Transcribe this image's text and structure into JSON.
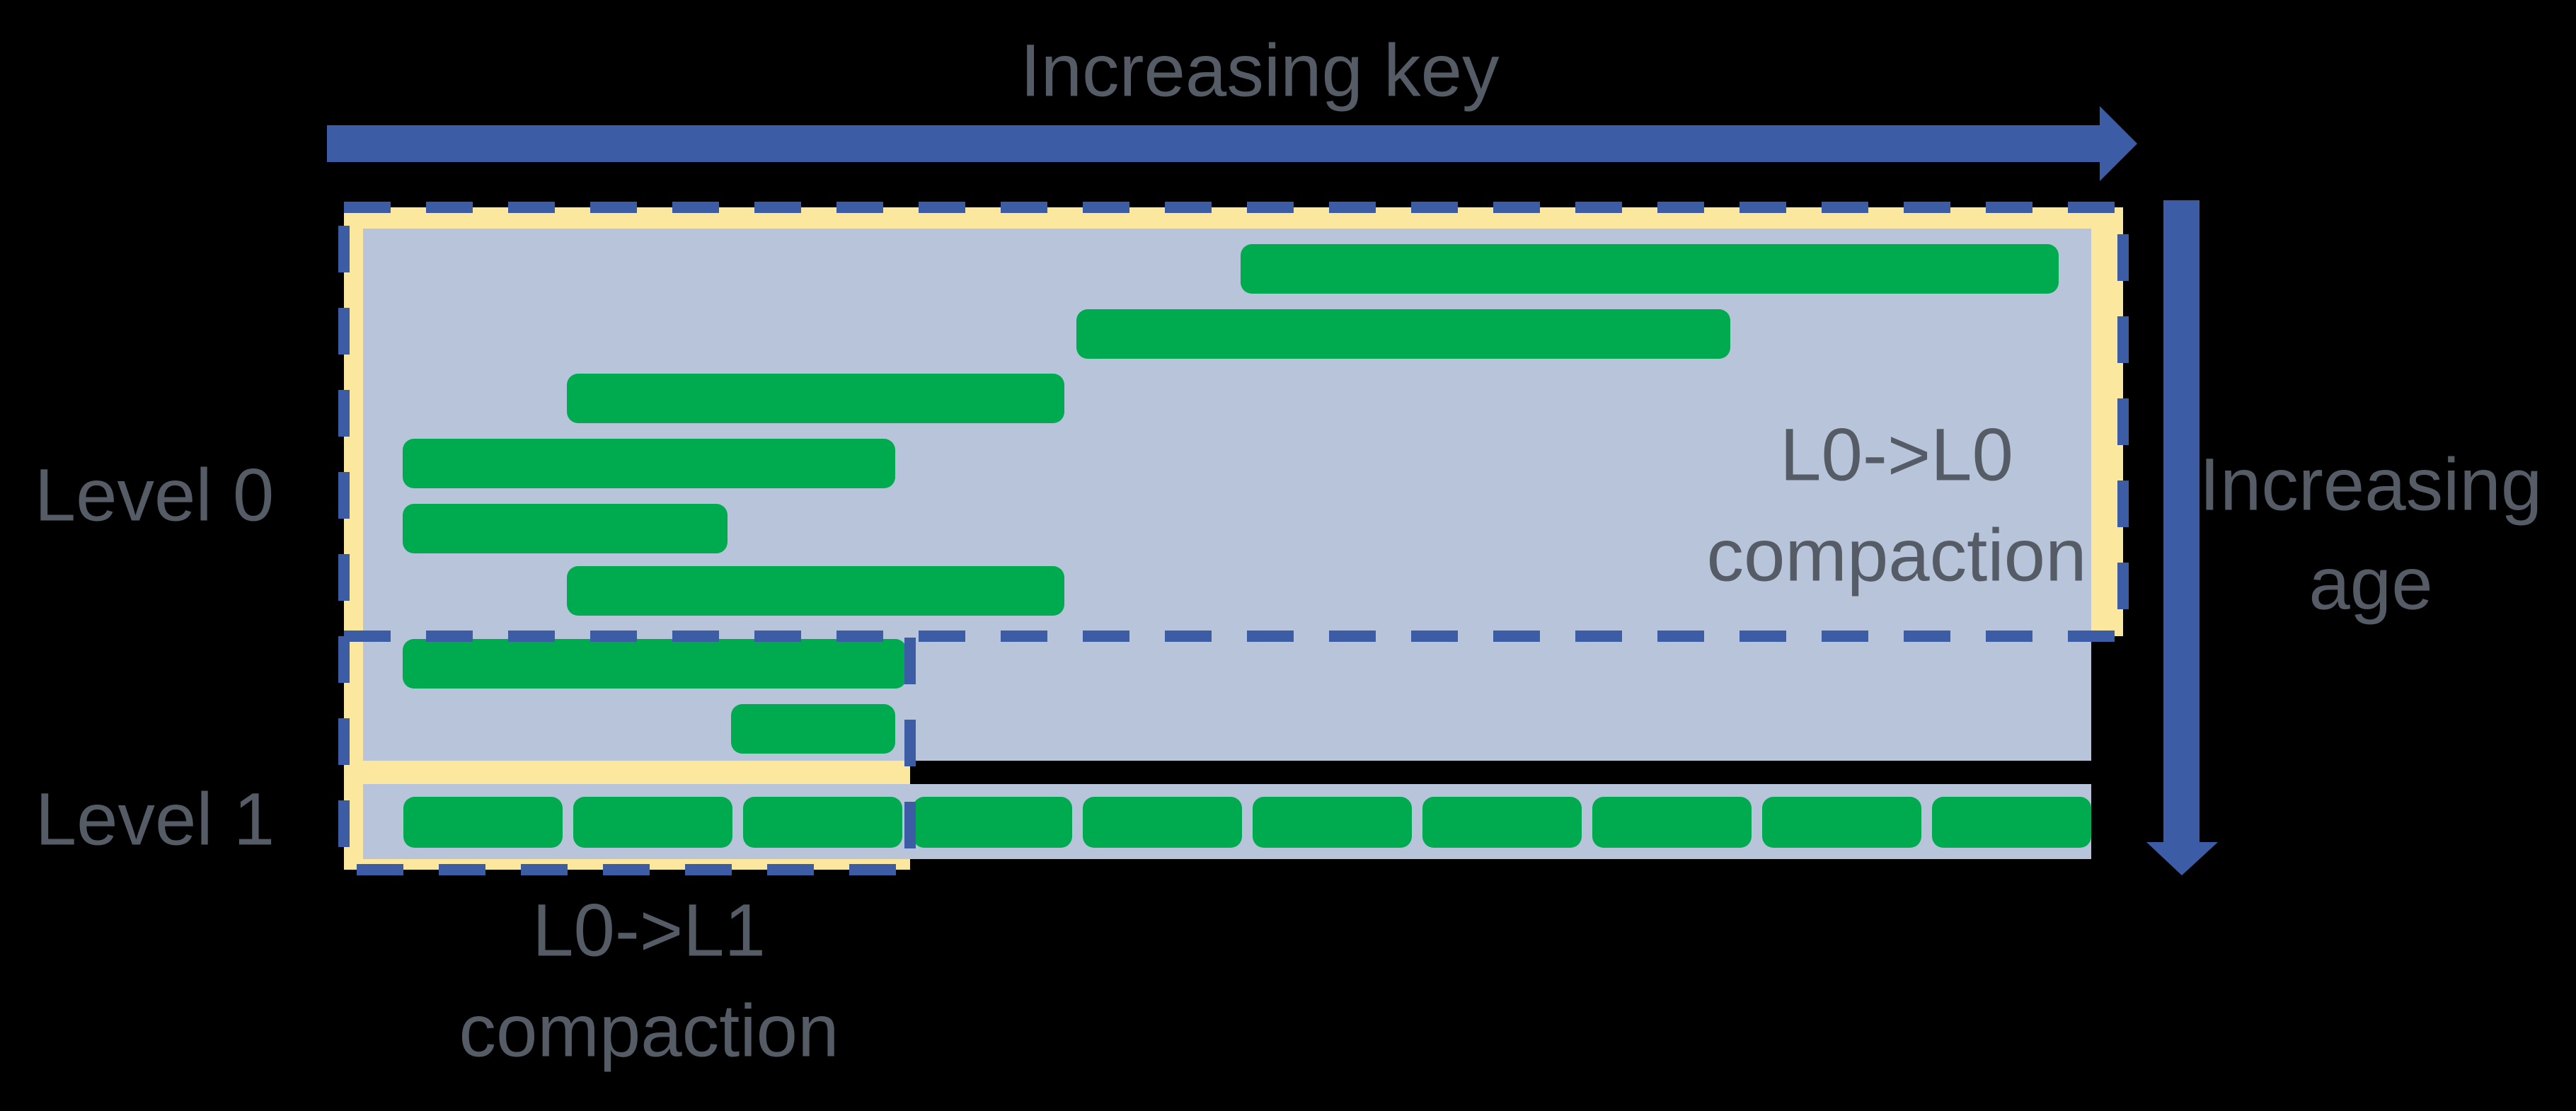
{
  "labels": {
    "increasing_key": "Increasing key",
    "increasing_age_line1": "Increasing",
    "increasing_age_line2": "age",
    "level0": "Level 0",
    "level1": "Level 1",
    "l0_l0_line1": "L0->L0",
    "l0_l0_line2": "compaction",
    "l0_l1_line1": "L0->L1",
    "l0_l1_line2": "compaction"
  },
  "colors": {
    "background": "#000000",
    "blue": "#3c5da6",
    "light_blue": "#b7c4d9",
    "yellow": "#fce79f",
    "green": "#00ab4f",
    "text_gray": "#555c66"
  },
  "level0_files": [
    [
      1753,
      345,
      1156,
      70
    ],
    [
      1521,
      437,
      924,
      70
    ],
    [
      801,
      528,
      703,
      70
    ],
    [
      569,
      620,
      696,
      70
    ],
    [
      569,
      712,
      459,
      70
    ],
    [
      801,
      800,
      703,
      70
    ],
    [
      569,
      903,
      712,
      70
    ],
    [
      1033,
      995,
      232,
      70
    ]
  ],
  "level1_files": [
    [
      570,
      1126,
      225,
      72
    ],
    [
      810,
      1126,
      225,
      72
    ],
    [
      1050,
      1126,
      225,
      72
    ],
    [
      1290,
      1126,
      225,
      72
    ],
    [
      1530,
      1126,
      225,
      72
    ],
    [
      1770,
      1126,
      225,
      72
    ],
    [
      2010,
      1126,
      225,
      72
    ],
    [
      2250,
      1126,
      225,
      72
    ],
    [
      2490,
      1126,
      225,
      72
    ],
    [
      2730,
      1126,
      225,
      72
    ]
  ]
}
